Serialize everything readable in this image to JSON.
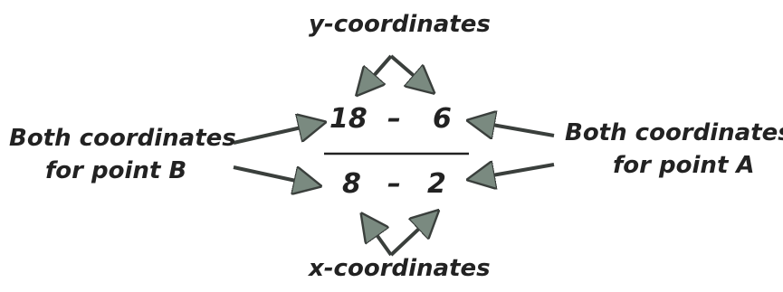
{
  "labels": {
    "top": "y-coordinates",
    "bottom": "x-coordinates",
    "left_line1": "Both coordinates",
    "left_line2": "for point B",
    "right_line1": "Both coordinates",
    "right_line2": "for point A"
  },
  "fraction": {
    "num_left": "18",
    "num_op": "–",
    "num_right": "6",
    "den_left": "8",
    "den_op": "–",
    "den_right": "2"
  },
  "colors": {
    "arrow_fill": "#7a8a80",
    "arrow_stroke": "#3a3f3c",
    "text": "#222222"
  }
}
